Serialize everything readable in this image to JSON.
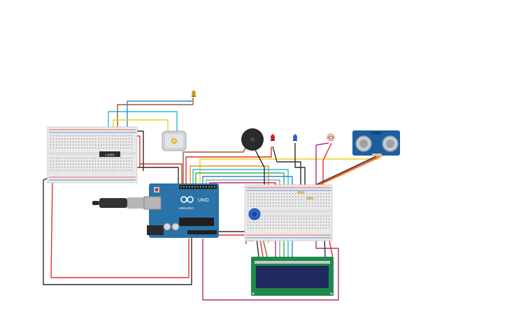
{
  "labels": {
    "arduino_model": "UNO",
    "arduino_brand": "ARDUINO",
    "driver_chip": "L293D"
  },
  "colors": {
    "background": "#ffffff",
    "breadboard": "#e9e9e9",
    "breadboard_hole": "#8f8f8f",
    "rail_red": "#e23b3b",
    "rail_blue": "#3a6fd8",
    "arduino_board": "#2a73a8",
    "lcd_frame": "#1f8a4c",
    "lcd_screen": "#1e2a5e",
    "ultrasonic_board": "#1c5fa0",
    "wire_black": "#2b2b2b",
    "wire_red": "#e0302f",
    "wire_orange": "#f08c1a",
    "wire_yellow": "#e8d21c",
    "wire_green": "#3db34a",
    "wire_blue": "#2f86d6",
    "wire_cyan": "#2fb6d6",
    "wire_brown": "#9a5a2a",
    "wire_magenta": "#b0307a",
    "wire_grey": "#9aa0a6"
  },
  "components": [
    "breadboard-left",
    "motor-driver-chip",
    "dc-motor",
    "piezo-buzzer",
    "led-yellow",
    "led-red",
    "led-blue",
    "photoresistor",
    "ultrasonic-sensor",
    "arduino-uno",
    "usb-cable",
    "breadboard-right",
    "potentiometer",
    "lcd-16x2"
  ]
}
